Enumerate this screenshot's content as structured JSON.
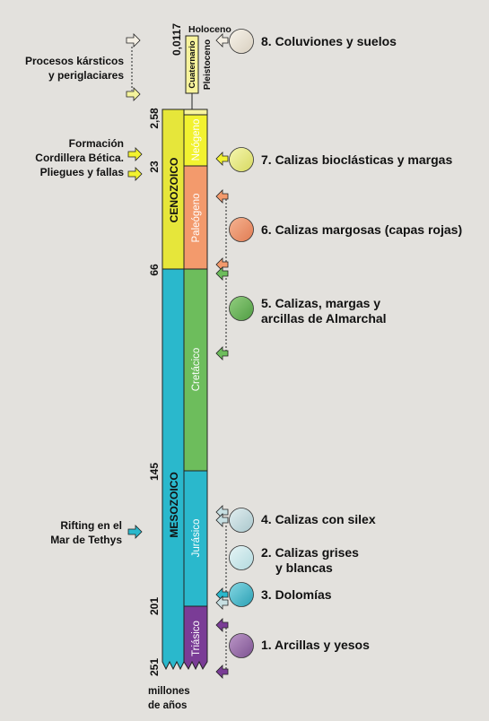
{
  "eras": {
    "cenozoic": "CENOZOICO",
    "mesozoic": "MESOZOICO"
  },
  "periods": {
    "cuaternario": "Cuaternario",
    "holoceno": "Holoceno",
    "pleistoceno": "Pleistoceno",
    "neogeno": "Neógeno",
    "paleogeno": "Paleógeno",
    "cretacico": "Cretácico",
    "jurasico": "Jurásico",
    "triasico": "Triásico"
  },
  "ages": [
    "0,0117",
    "2,58",
    "23",
    "66",
    "145",
    "201",
    "251"
  ],
  "unit_label": [
    "millones",
    "de años"
  ],
  "events": {
    "karst": [
      "Procesos kársticos",
      "y periglaciares"
    ],
    "betica": [
      "Formación",
      "Cordillera Bética."
    ],
    "folds": "Pliegues y fallas",
    "rifting": [
      "Rifting en el",
      "Mar de Tethys"
    ]
  },
  "lithologies": [
    {
      "num": "8",
      "lines": [
        "8. Coluviones y suelos"
      ],
      "color": "#ece6da"
    },
    {
      "num": "7",
      "lines": [
        "7. Calizas bioclásticas y margas"
      ],
      "color": "#eef08a"
    },
    {
      "num": "6",
      "lines": [
        "6. Calizas margosas (capas rojas)"
      ],
      "color": "#f0956e"
    },
    {
      "num": "5",
      "lines": [
        "5. Calizas, margas y",
        "arcillas de Almarchal"
      ],
      "color": "#73b95f"
    },
    {
      "num": "4",
      "lines": [
        "4. Calizas con silex"
      ],
      "color": "#c7dfe2"
    },
    {
      "num": "2",
      "lines": [
        "2. Calizas grises",
        "y blancas"
      ],
      "color": "#cde9ec"
    },
    {
      "num": "3",
      "lines": [
        "3. Dolomías"
      ],
      "color": "#4fc0d2"
    },
    {
      "num": "1",
      "lines": [
        "1. Arcillas y yesos"
      ],
      "color": "#9b6eaa"
    }
  ],
  "colors": {
    "cenozoic": "#e6e63a",
    "neogeno": "#f2f230",
    "paleogeno": "#f39a6c",
    "cretacico": "#6dbd5c",
    "jurasico": "#2ab8cc",
    "triasico": "#7a3c96",
    "mesozoic": "#2ab8cc",
    "quaternary": "#f7f39c",
    "background": "#e3e1dd"
  }
}
